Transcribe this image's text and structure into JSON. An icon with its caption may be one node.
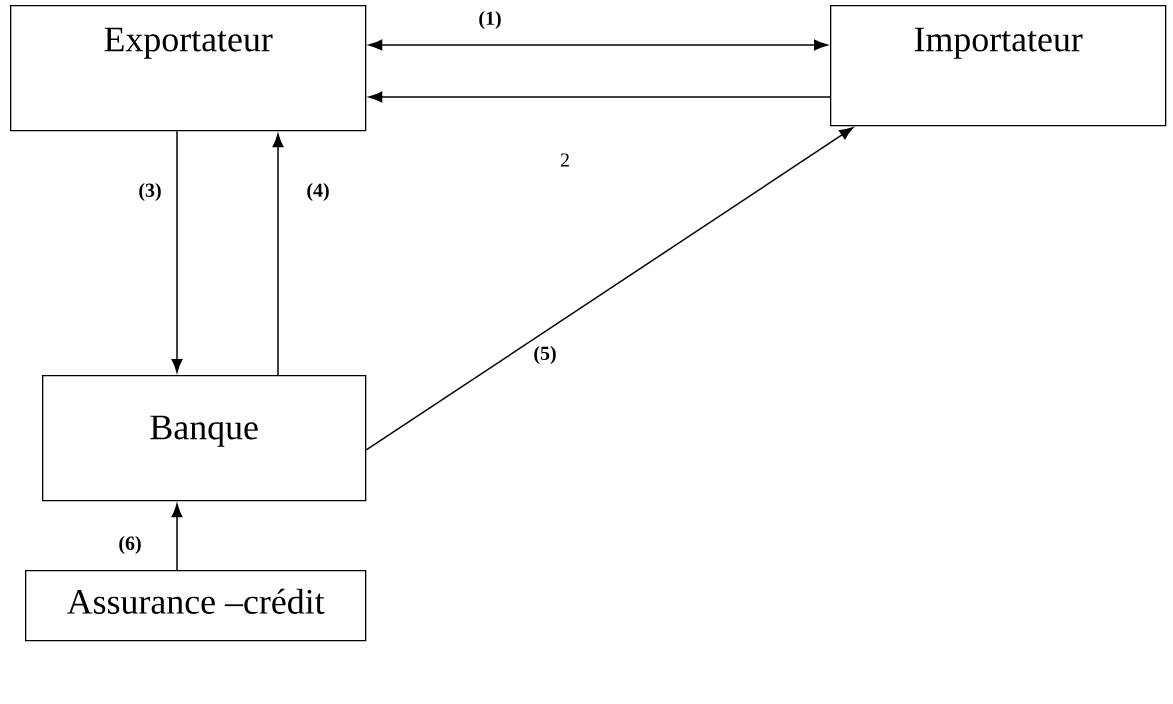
{
  "diagram": {
    "nodes": [
      {
        "text": [
          "Exportateur"
        ]
      },
      {
        "text": [
          "Importateur"
        ]
      },
      {
        "text": [
          "Banque"
        ]
      },
      {
        "text": [
          "Assurance –crédit"
        ]
      }
    ],
    "edges": [
      {
        "from": 0,
        "to": 1,
        "arrow": "both",
        "label": "(1)"
      },
      {
        "from": 1,
        "to": 0,
        "arrow": "to",
        "label": "2"
      },
      {
        "from": 0,
        "to": 2,
        "arrow": "to",
        "label": "(3)"
      },
      {
        "from": 2,
        "to": 0,
        "arrow": "to",
        "label": "(4)"
      },
      {
        "from": 2,
        "to": 1,
        "arrow": "to",
        "label": "(5)"
      },
      {
        "from": 3,
        "to": 2,
        "arrow": "to",
        "label": "(6)"
      }
    ]
  }
}
